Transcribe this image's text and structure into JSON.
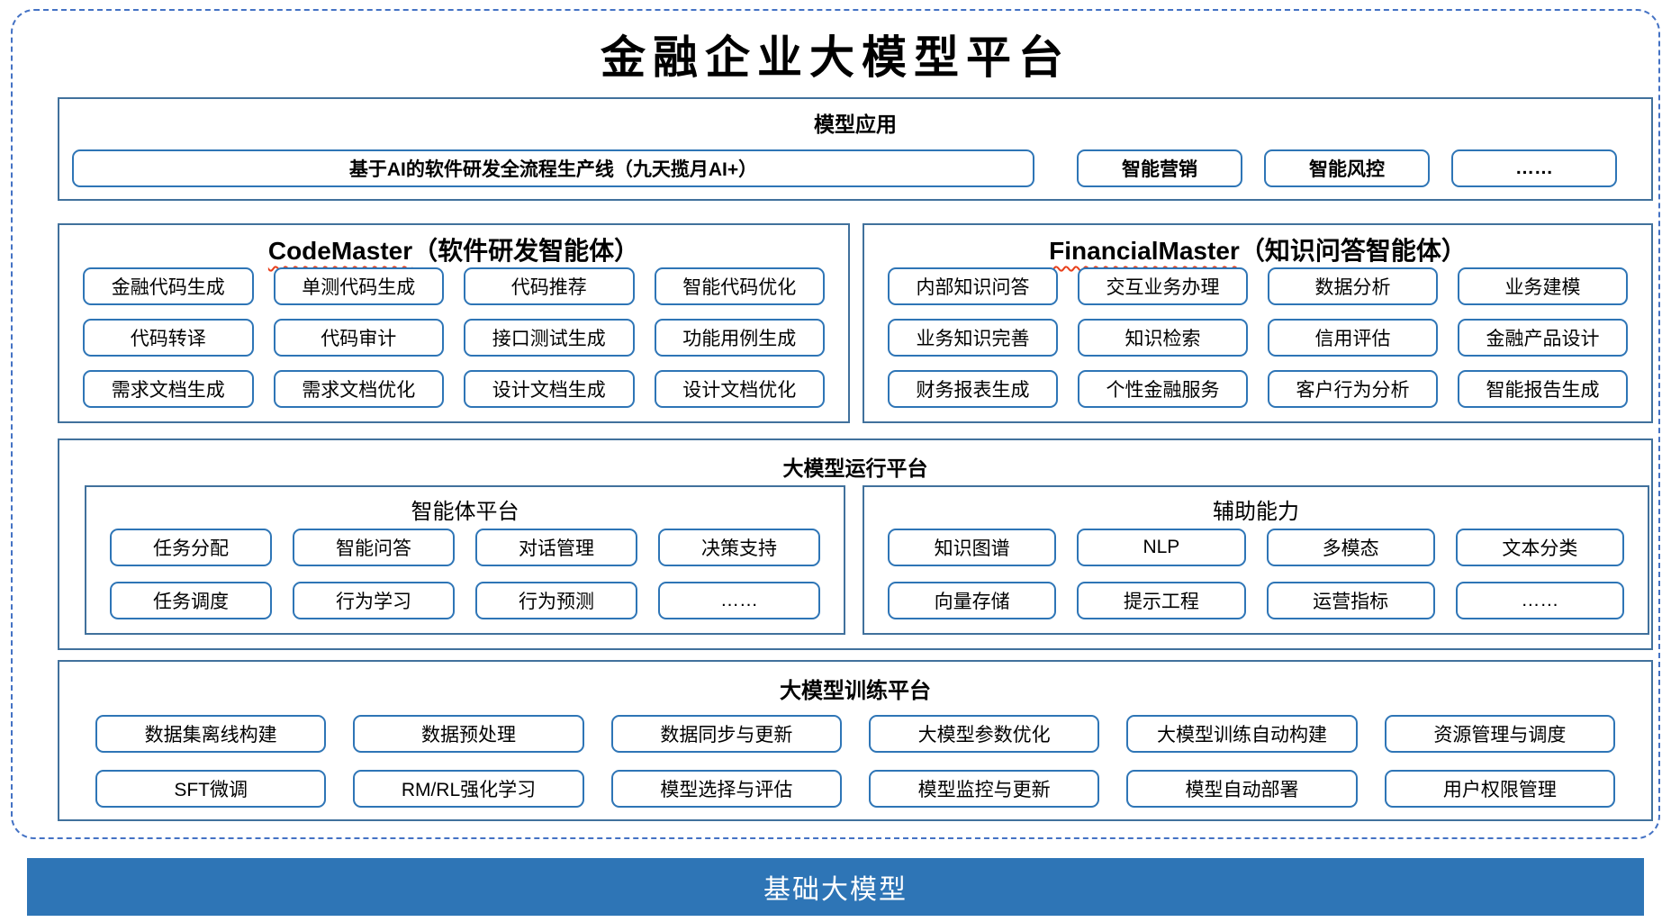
{
  "diagram": {
    "title": "金融企业大模型平台",
    "model_app": {
      "title": "模型应用",
      "pipeline_button": "基于AI的软件研发全流程生产线（九天揽月AI+）",
      "buttons": [
        "智能营销",
        "智能风控",
        "……"
      ]
    },
    "code_master": {
      "title_en": "CodeMaster",
      "title_suffix": "（软件研发智能体）",
      "items": [
        "金融代码生成",
        "单测代码生成",
        "代码推荐",
        "智能代码优化",
        "代码转译",
        "代码审计",
        "接口测试生成",
        "功能用例生成",
        "需求文档生成",
        "需求文档优化",
        "设计文档生成",
        "设计文档优化"
      ]
    },
    "financial_master": {
      "title_en": "FinancialMaster",
      "title_suffix": "（知识问答智能体）",
      "items": [
        "内部知识问答",
        "交互业务办理",
        "数据分析",
        "业务建模",
        "业务知识完善",
        "知识检索",
        "信用评估",
        "金融产品设计",
        "财务报表生成",
        "个性金融服务",
        "客户行为分析",
        "智能报告生成"
      ]
    },
    "runtime_platform": {
      "title": "大模型运行平台",
      "agent_platform": {
        "title": "智能体平台",
        "items": [
          "任务分配",
          "智能问答",
          "对话管理",
          "决策支持",
          "任务调度",
          "行为学习",
          "行为预测",
          "……"
        ]
      },
      "aux_capabilities": {
        "title": "辅助能力",
        "items": [
          "知识图谱",
          "NLP",
          "多模态",
          "文本分类",
          "向量存储",
          "提示工程",
          "运营指标",
          "……"
        ]
      }
    },
    "training_platform": {
      "title": "大模型训练平台",
      "items": [
        "数据集离线构建",
        "数据预处理",
        "数据同步与更新",
        "大模型参数优化",
        "大模型训练自动构建",
        "资源管理与调度",
        "SFT微调",
        "RM/RL强化学习",
        "模型选择与评估",
        "模型监控与更新",
        "模型自动部署",
        "用户权限管理"
      ]
    },
    "foundation_label": "基础大模型",
    "colors": {
      "frame_dashed": "#4472C4",
      "box_border": "#41719C",
      "button_border": "#2E75B6",
      "foundation_bg": "#2E75B6",
      "squiggle": "#E8401C",
      "text": "#000000"
    }
  }
}
